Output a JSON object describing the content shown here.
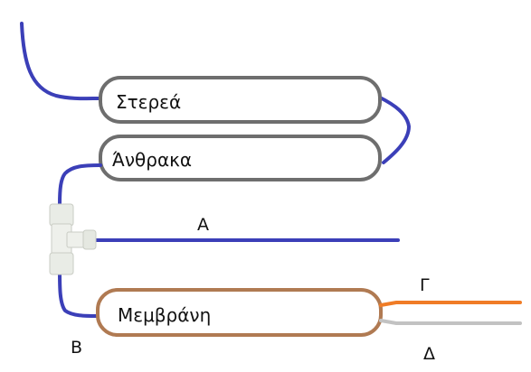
{
  "filters": {
    "sediment": "Στερεά",
    "carbon": "Άνθρακα",
    "membrane": "Μεμβράνη"
  },
  "lines": {
    "a": "A",
    "b": "B",
    "g": "Γ",
    "d": "Δ"
  },
  "colors": {
    "tube_blue": "#3b3fb8",
    "filter_outline": "#6e6e6e",
    "membrane_outline": "#b07a52",
    "line_orange": "#f07c26",
    "line_gray": "#c2c2c2",
    "fitting": "#e9ece6"
  },
  "icons": {
    "tee": "tee-fitting-icon"
  }
}
